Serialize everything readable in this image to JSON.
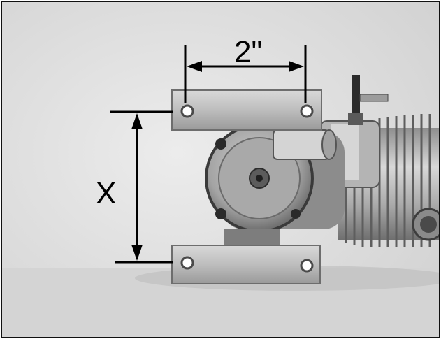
{
  "photo": {
    "subject": "model-engine-mount-measurement",
    "colors": {
      "background": "#dedede",
      "metal_light": "#c6c6c6",
      "metal_dark": "#7d7d7d",
      "ink": "#000000"
    }
  },
  "annotations": {
    "width_label": "2\"",
    "height_label": "X"
  }
}
